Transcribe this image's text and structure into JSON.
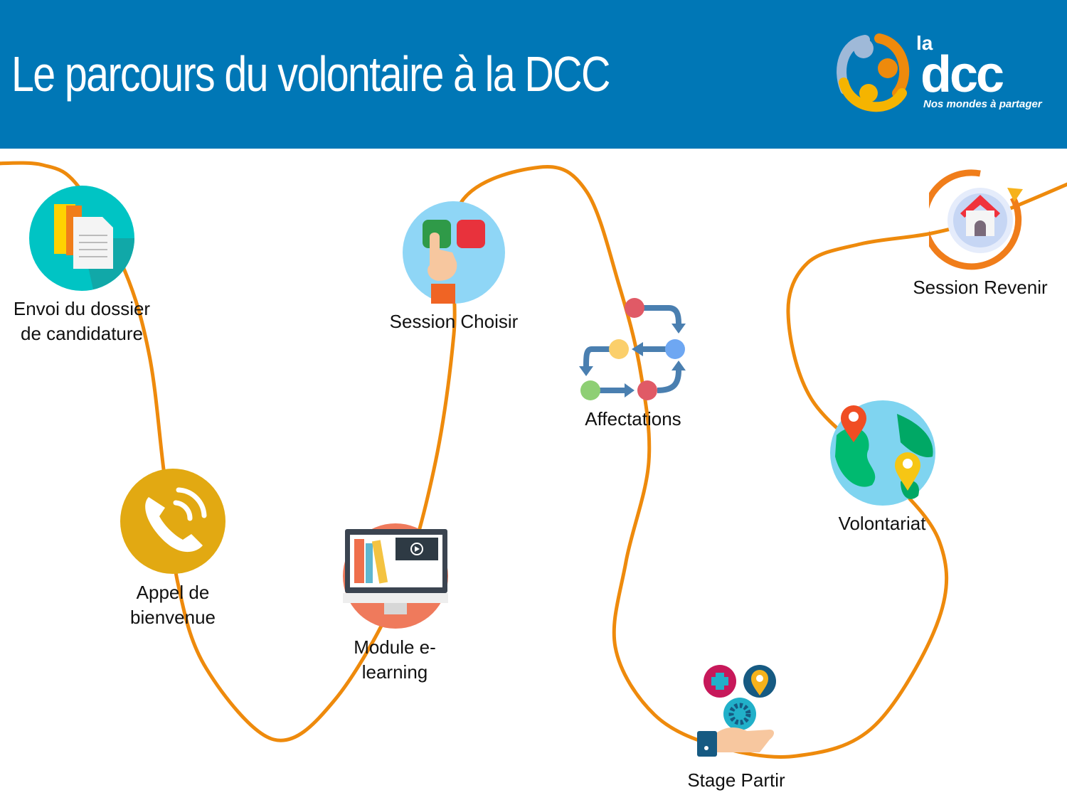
{
  "header": {
    "title": "Le parcours du volontaire à la DCC",
    "logo": {
      "prefix": "la",
      "name": "dcc",
      "tagline": "Nos mondes à partager"
    }
  },
  "colors": {
    "header": "#0077b6",
    "path": "#ee8a0c"
  },
  "steps": [
    {
      "label_line1": "Envoi du dossier",
      "label_line2": "de candidature",
      "icon": "documents-icon"
    },
    {
      "label_line1": "Appel de",
      "label_line2": "bienvenue",
      "icon": "phone-icon"
    },
    {
      "label_line1": "Module e-",
      "label_line2": "learning",
      "icon": "monitor-icon"
    },
    {
      "label_line1": "Session Choisir",
      "icon": "choice-buttons-icon"
    },
    {
      "label_line1": "Affectations",
      "icon": "flow-arrows-icon"
    },
    {
      "label_line1": "Stage Partir",
      "icon": "hand-services-icon"
    },
    {
      "label_line1": "Volontariat",
      "icon": "globe-pins-icon"
    },
    {
      "label_line1": "Session Revenir",
      "icon": "home-return-icon"
    }
  ]
}
